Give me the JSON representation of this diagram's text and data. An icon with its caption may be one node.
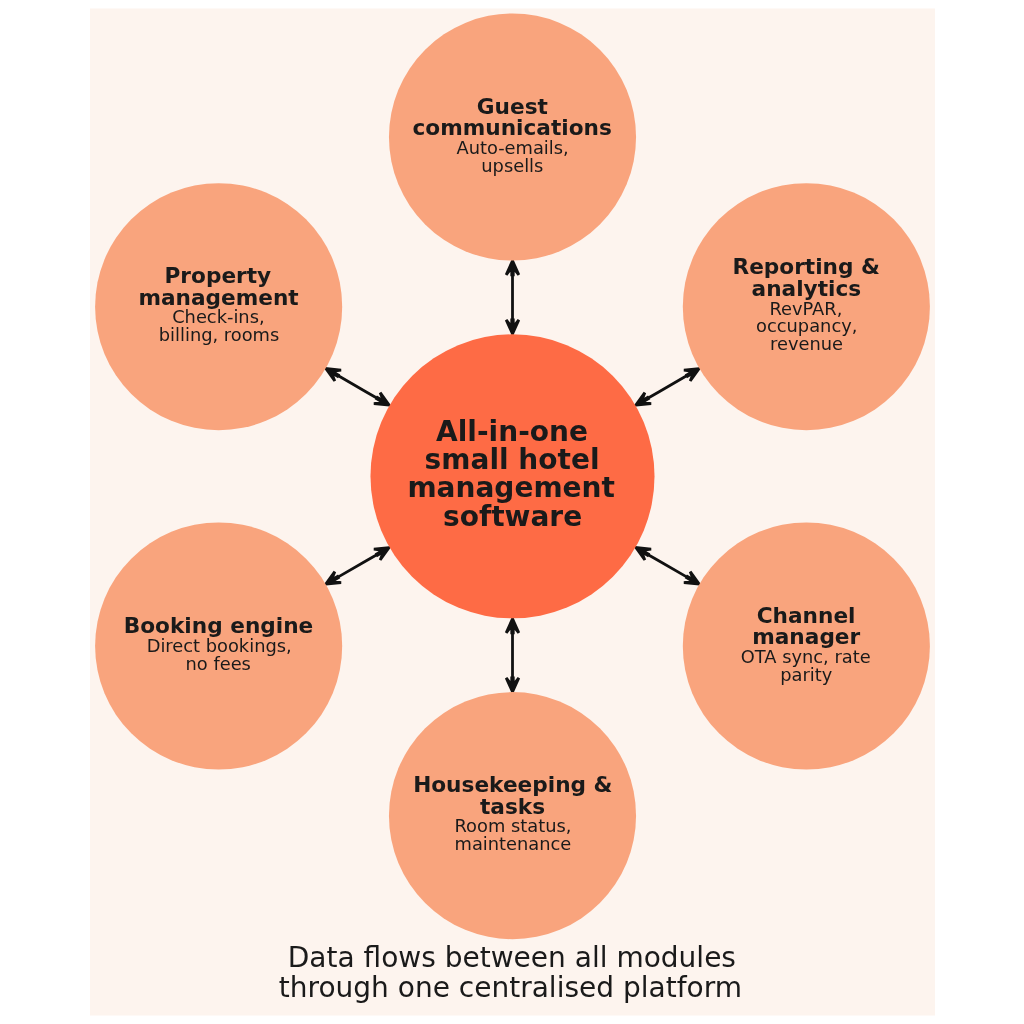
{
  "diagram": {
    "caption": "Data flows between all modules through one centralised platform",
    "nodes": [
      {
        "text": [
          "Guest communications",
          "Auto-emails, upsells"
        ]
      },
      {
        "text": [
          "Property management",
          "Check-ins, billing, rooms"
        ]
      },
      {
        "text": [
          "Reporting & analytics",
          "RevPAR, occupancy, revenue"
        ]
      },
      {
        "text": [
          "All-in-one small hotel management software"
        ]
      },
      {
        "text": [
          "Booking engine",
          "Direct bookings, no fees"
        ]
      },
      {
        "text": [
          "Channel manager",
          "OTA sync, rate parity"
        ]
      },
      {
        "text": [
          "Housekeeping & tasks",
          "Room status, maintenance"
        ]
      }
    ],
    "edges": [
      {
        "from": 3,
        "to": 0,
        "arrow": "both"
      },
      {
        "from": 3,
        "to": 2,
        "arrow": "both"
      },
      {
        "from": 3,
        "to": 5,
        "arrow": "both"
      },
      {
        "from": 3,
        "to": 6,
        "arrow": "both"
      },
      {
        "from": 3,
        "to": 4,
        "arrow": "both"
      },
      {
        "from": 3,
        "to": 1,
        "arrow": "both"
      }
    ]
  }
}
